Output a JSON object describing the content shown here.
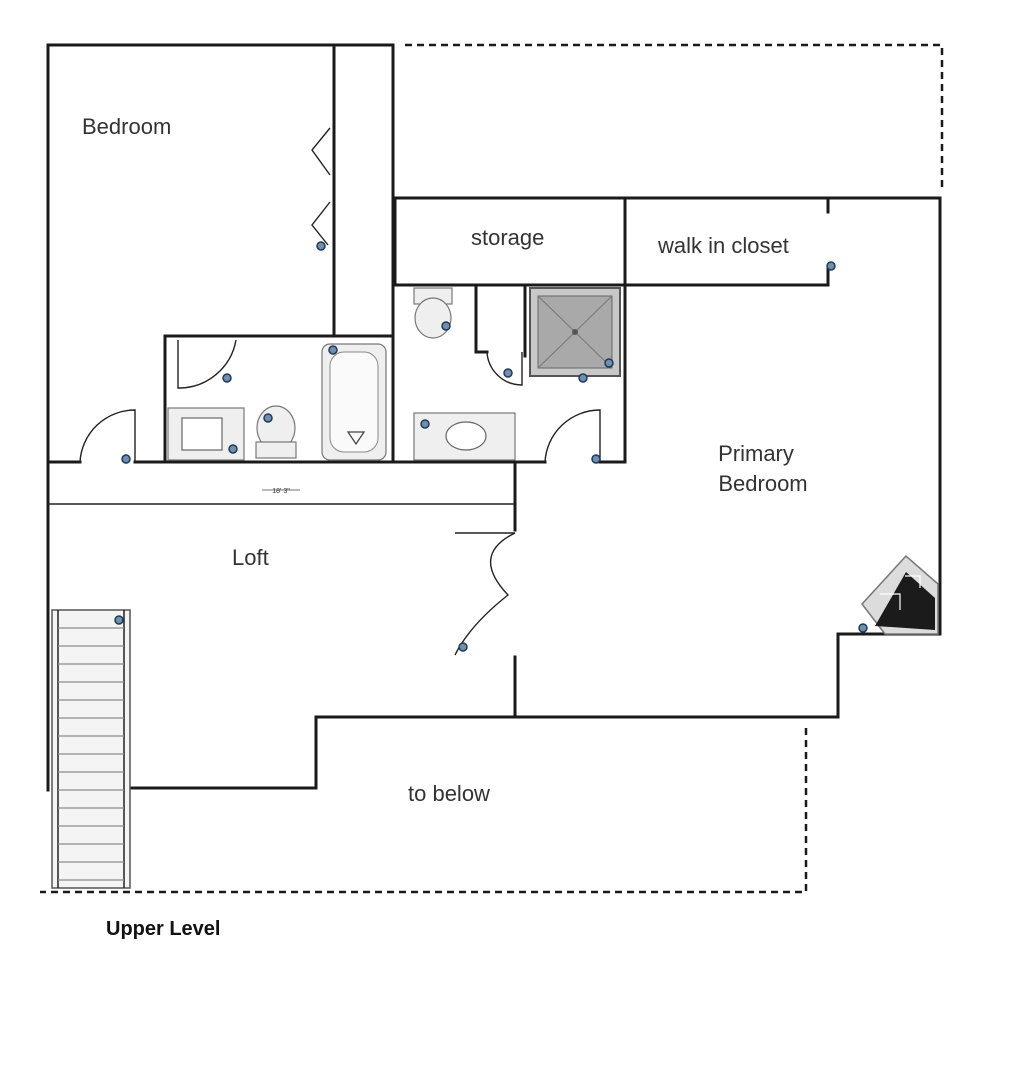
{
  "rooms": {
    "bedroom": "Bedroom",
    "storage": "storage",
    "walk_in_closet": "walk in closet",
    "primary_bedroom_line1": "Primary",
    "primary_bedroom_line2": "Bedroom",
    "loft": "Loft",
    "to_below": "to below"
  },
  "dimension_label": "18' 3\"",
  "level_title": "Upper Level",
  "colors": {
    "wall": "#1a1a1a",
    "text": "#333333",
    "marker": "#6f8fb0"
  }
}
